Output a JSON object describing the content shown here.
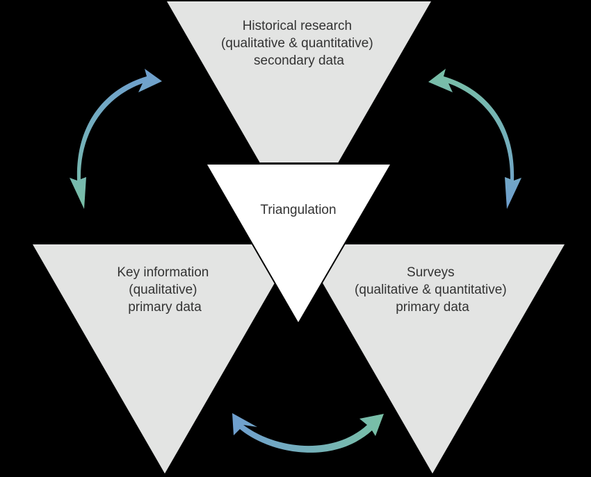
{
  "diagram": {
    "title": "Triangulation",
    "nodes": [
      {
        "id": "historical",
        "lines": [
          "Historical research",
          "(qualitative & quantitative)",
          "secondary data"
        ]
      },
      {
        "id": "key-information",
        "lines": [
          "Key information",
          "(qualitative)",
          "primary data"
        ]
      },
      {
        "id": "surveys",
        "lines": [
          "Surveys",
          "(qualitative & quantitative)",
          "primary data"
        ]
      }
    ],
    "center": {
      "lines": [
        "Triangulation"
      ]
    },
    "connections": [
      {
        "from": "historical",
        "to": "key-information",
        "type": "bidirectional"
      },
      {
        "from": "historical",
        "to": "surveys",
        "type": "bidirectional"
      },
      {
        "from": "key-information",
        "to": "surveys",
        "type": "bidirectional"
      }
    ],
    "colors": {
      "background": "#000000",
      "node_fill": "#e3e4e3",
      "center_fill": "#ffffff",
      "text": "#333333",
      "arrow_blue": "#6f9fcf",
      "arrow_green": "#79c0a6"
    }
  }
}
